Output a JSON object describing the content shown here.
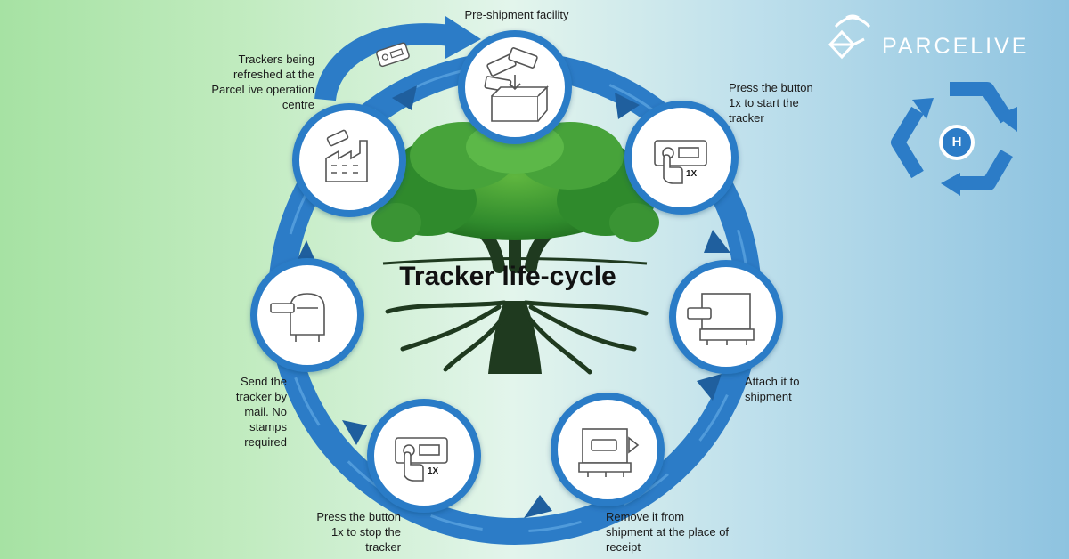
{
  "title": "Tracker life-cycle",
  "brand": {
    "name": "PARCELIVE",
    "logo_icon": "wifi-diamond-logo-icon",
    "badge_letter": "H"
  },
  "colors": {
    "ring": "#2c7cc7",
    "ring_dark": "#1f5f9e",
    "node_fill": "#ffffff",
    "tree_green": "#2f8a2c",
    "trunk": "#1f3a1f",
    "brand_white": "#ffffff"
  },
  "steps": [
    {
      "id": "pre-shipment",
      "label": "Pre-shipment facility",
      "icon": "box-with-trackers-icon"
    },
    {
      "id": "press-start",
      "label": "Press the button\n1x to start the\ntracker",
      "icon": "press-button-icon",
      "badge": "1X"
    },
    {
      "id": "attach",
      "label": "Attach it to\nshipment",
      "icon": "tracker-on-pallet-icon"
    },
    {
      "id": "remove",
      "label": "Remove it from\nshipment at the place of\nreceipt",
      "icon": "remove-tracker-icon"
    },
    {
      "id": "press-stop",
      "label": "Press the button\n1x to stop the\ntracker",
      "icon": "press-button-icon",
      "badge": "1X"
    },
    {
      "id": "mail",
      "label": "Send the\ntracker by\nmail. No\nstamps\nrequired",
      "icon": "mailbox-icon"
    },
    {
      "id": "refresh",
      "label": "Trackers being\nrefreshed at the\nParceLive operation\ncentre",
      "icon": "factory-icon"
    }
  ],
  "decor": {
    "recycle_icon": "recycle-arrows-icon",
    "tree_icon": "tree-icon"
  }
}
